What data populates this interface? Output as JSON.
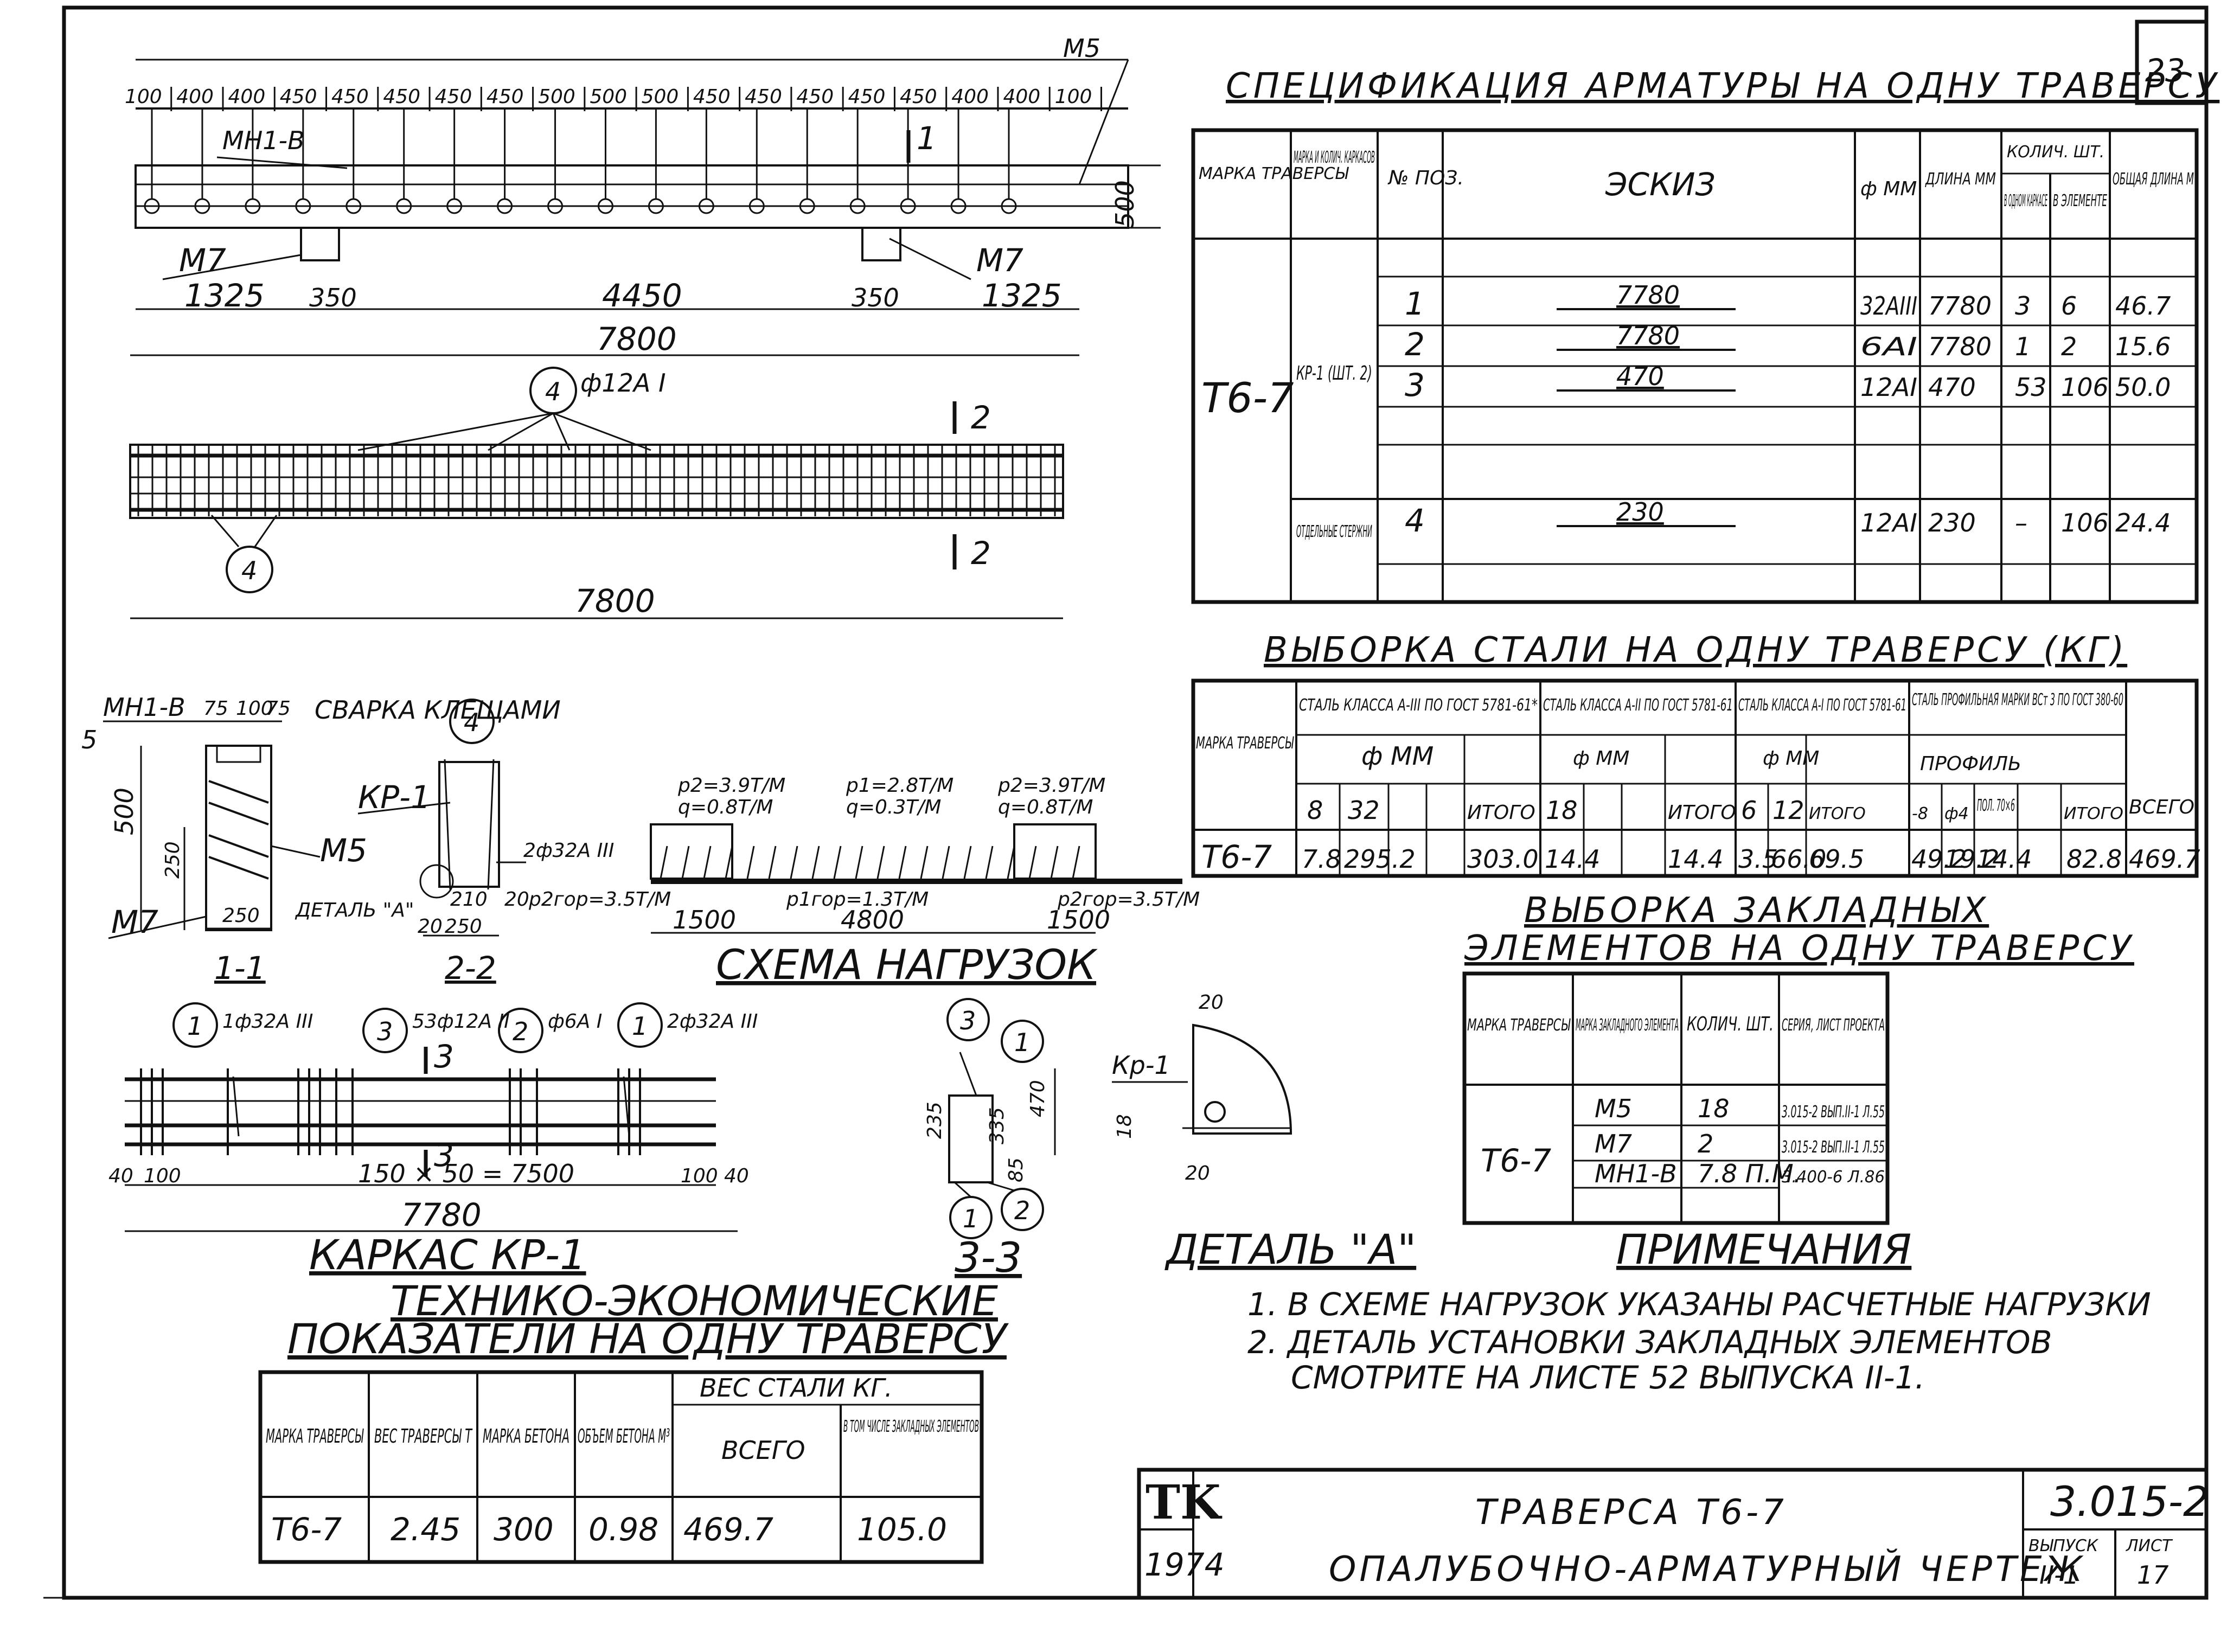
{
  "sheet": {
    "page_no": "23",
    "stamp_logo": "TK",
    "stamp_year": "1974",
    "title": "ТРАВЕРСА Т6-7",
    "subtitle": "ОПАЛУБОЧНО-АРМАТУРНЫЙ ЧЕРТЕЖ",
    "series": "3.015-2",
    "vypusk_label": "ВЫПУСК",
    "vypusk_value": "II-1",
    "list_label": "ЛИСТ",
    "list_value": "17"
  },
  "plan_view": {
    "spacing_labels": [
      "100",
      "400",
      "400",
      "450",
      "450",
      "450",
      "450",
      "450",
      "500",
      "500",
      "500",
      "450",
      "450",
      "450",
      "450",
      "450",
      "400",
      "400",
      "100"
    ],
    "label_m5": "М5",
    "label_mn": "МН1-В",
    "section_mark": "1",
    "height_dim": "500",
    "label_m7_left": "М7",
    "label_m7_right": "М7",
    "dims_bottom": [
      "1325",
      "350",
      "4450",
      "350",
      "1325"
    ],
    "total_length": "7800"
  },
  "elevation_view": {
    "callout_top": "4",
    "callout_top_note": "ф12А I",
    "callout_bottom": "4",
    "section_mark": "2",
    "total_length": "7800"
  },
  "section_1_1": {
    "label_mn": "МН1-В",
    "dims_top": [
      "75",
      "100",
      "75"
    ],
    "dim_5": "5",
    "dim_500": "500",
    "dim_250v": "250",
    "dim_250h": "250",
    "label_m5": "М5",
    "label_m7": "М7",
    "caption": "1-1"
  },
  "section_2_2": {
    "label_weld": "СВАРКА КЛЕЩАМИ",
    "callout": "4",
    "label_kp": "КР-1",
    "label_bars": "2ф32А III",
    "label_detail": "ДЕТАЛЬ \"А\"",
    "dim_210": "210",
    "dim_20a": "20",
    "dim_20b": "20",
    "dim_250": "250",
    "caption": "2-2"
  },
  "load_scheme": {
    "loads_top": [
      {
        "p": "p2=3.9Т/М",
        "q": "q=0.8Т/М"
      },
      {
        "p": "p1=2.8Т/М",
        "q": "q=0.3Т/М"
      },
      {
        "p": "p2=3.9Т/М",
        "q": "q=0.8Т/М"
      }
    ],
    "p2_gor_left": "p2гор=3.5Т/М",
    "p1_gor": "p1гор=1.3Т/М",
    "p2_gor_right": "p2гор=3.5Т/М",
    "dims": [
      "1500",
      "4800",
      "1500"
    ],
    "caption": "СХЕМА НАГРУЗОК"
  },
  "frame_kp1": {
    "callout_1": "1",
    "note_1": "1ф32А III",
    "callout_3": "3",
    "note_3": "53ф12А II",
    "callout_2": "2",
    "note_2": "ф6А I",
    "callout_1b": "1",
    "note_1b": "2ф32А III",
    "section_mark": "3",
    "dims": [
      "40",
      "100",
      "150 × 50 = 7500",
      "100",
      "40"
    ],
    "total_length": "7780",
    "caption": "КАРКАС КР-1"
  },
  "section_3_3": {
    "callouts": [
      "3",
      "1",
      "1",
      "2"
    ],
    "dims": [
      "235",
      "335",
      "470",
      "85"
    ],
    "caption": "3-3"
  },
  "detail_a": {
    "label_kp": "Кр-1",
    "dims": [
      "20",
      "18",
      "20"
    ],
    "caption": "ДЕТАЛЬ \"А\""
  },
  "spec_table": {
    "title": "СПЕЦИФИКАЦИЯ АРМАТУРЫ НА ОДНУ ТРАВЕРСУ",
    "headers": {
      "marka": "МАРКА ТРАВЕРСЫ",
      "karkas": "МАРКА И КОЛИЧ. КАРКАСОВ",
      "pos": "№ ПОЗ.",
      "sketch": "ЭСКИЗ",
      "phi": "ф ММ",
      "length": "ДЛИНА ММ",
      "qty": "КОЛИЧ. ШТ.",
      "qty_one": "В ОДНОМ КАРКАСЕ",
      "qty_all": "В ЭЛЕМЕНТЕ",
      "total": "ОБЩАЯ ДЛИНА М"
    },
    "marka": "Т6-7",
    "karkas": "КР-1 (ШТ. 2)",
    "separate": "ОТДЕЛЬНЫЕ СТЕРЖНИ",
    "rows": [
      {
        "pos": "1",
        "sketch": "7780",
        "phi": "32АIII",
        "length": "7780",
        "q1": "3",
        "q2": "6",
        "total": "46.7"
      },
      {
        "pos": "2",
        "sketch": "7780",
        "phi": "6АI",
        "length": "7780",
        "q1": "1",
        "q2": "2",
        "total": "15.6"
      },
      {
        "pos": "3",
        "sketch": "470",
        "phi": "12АI",
        "length": "470",
        "q1": "53",
        "q2": "106",
        "total": "50.0"
      },
      {
        "pos": "4",
        "sketch": "230",
        "phi": "12АI",
        "length": "230",
        "q1": "–",
        "q2": "106",
        "total": "24.4"
      }
    ]
  },
  "steel_table": {
    "title": "ВЫБОРКА СТАЛИ НА ОДНУ ТРАВЕРСУ (КГ)",
    "h_marka": "МАРКА ТРАВЕРСЫ",
    "h_group1": "СТАЛЬ КЛАССА А-III ПО ГОСТ 5781-61*",
    "h_group2": "СТАЛЬ КЛАССА А-II ПО ГОСТ 5781-61",
    "h_group3": "СТАЛЬ КЛАССА А-I ПО ГОСТ 5781-61",
    "h_group4": "СТАЛЬ ПРОФИЛЬНАЯ МАРКИ ВСт 3 ПО ГОСТ 380-60",
    "h_phi": "ф ММ",
    "h_profile": "ПРОФИЛЬ",
    "h_itogo": "ИТОГО",
    "h_vsego": "ВСЕГО",
    "cols": [
      "8",
      "32",
      "18",
      "6",
      "12",
      "-8",
      "ф4",
      "ПОЛ. 70×6",
      "ИТОГО"
    ],
    "row": [
      "Т6-7",
      "7.8",
      "295.2",
      "303.0",
      "14.4",
      "14.4",
      "3.5",
      "66.0",
      "69.5",
      "49.2",
      "19.2",
      "14.4",
      "82.8",
      "469.7"
    ]
  },
  "embedded_table": {
    "title1": "ВЫБОРКА ЗАКЛАДНЫХ",
    "title2": "ЭЛЕМЕНТОВ НА ОДНУ ТРАВЕРСУ",
    "headers": [
      "МАРКА ТРАВЕРСЫ",
      "МАРКА ЗАКЛАДНОГО ЭЛЕМЕНТА",
      "КОЛИЧ. ШТ.",
      "СЕРИЯ, ЛИСТ ПРОЕКТА"
    ],
    "marka": "Т6-7",
    "rows": [
      {
        "el": "М5",
        "qty": "18",
        "ref": "3.015-2 ВЫП.II-1 Л.55"
      },
      {
        "el": "М7",
        "qty": "2",
        "ref": "3.015-2 ВЫП.II-1 Л.55"
      },
      {
        "el": "МН1-В",
        "qty": "7.8 П.М.",
        "ref": "3.400-6 Л.86"
      }
    ]
  },
  "notes": {
    "title": "ПРИМЕЧАНИЯ",
    "items": [
      "1. В СХЕМЕ НАГРУЗОК УКАЗАНЫ РАСЧЕТНЫЕ НАГРУЗКИ",
      "2. ДЕТАЛЬ УСТАНОВКИ ЗАКЛАДНЫХ ЭЛЕМЕНТОВ",
      "СМОТРИТЕ НА ЛИСТЕ 52 ВЫПУСКА II-1."
    ]
  },
  "tech_table": {
    "title1": "ТЕХНИКО-ЭКОНОМИЧЕСКИЕ",
    "title2": "ПОКАЗАТЕЛИ НА ОДНУ ТРАВЕРСУ",
    "headers": [
      "МАРКА ТРАВЕРСЫ",
      "ВЕС ТРАВЕРСЫ Т",
      "МАРКА БЕТОНА",
      "ОБЪЕМ БЕТОНА М³",
      "ВЕС СТАЛИ КГ.",
      "ВСЕГО",
      "В ТОМ ЧИСЛЕ ЗАКЛАДНЫХ ЭЛЕМЕНТОВ"
    ],
    "row": [
      "Т6-7",
      "2.45",
      "300",
      "0.98",
      "469.7",
      "105.0"
    ]
  }
}
